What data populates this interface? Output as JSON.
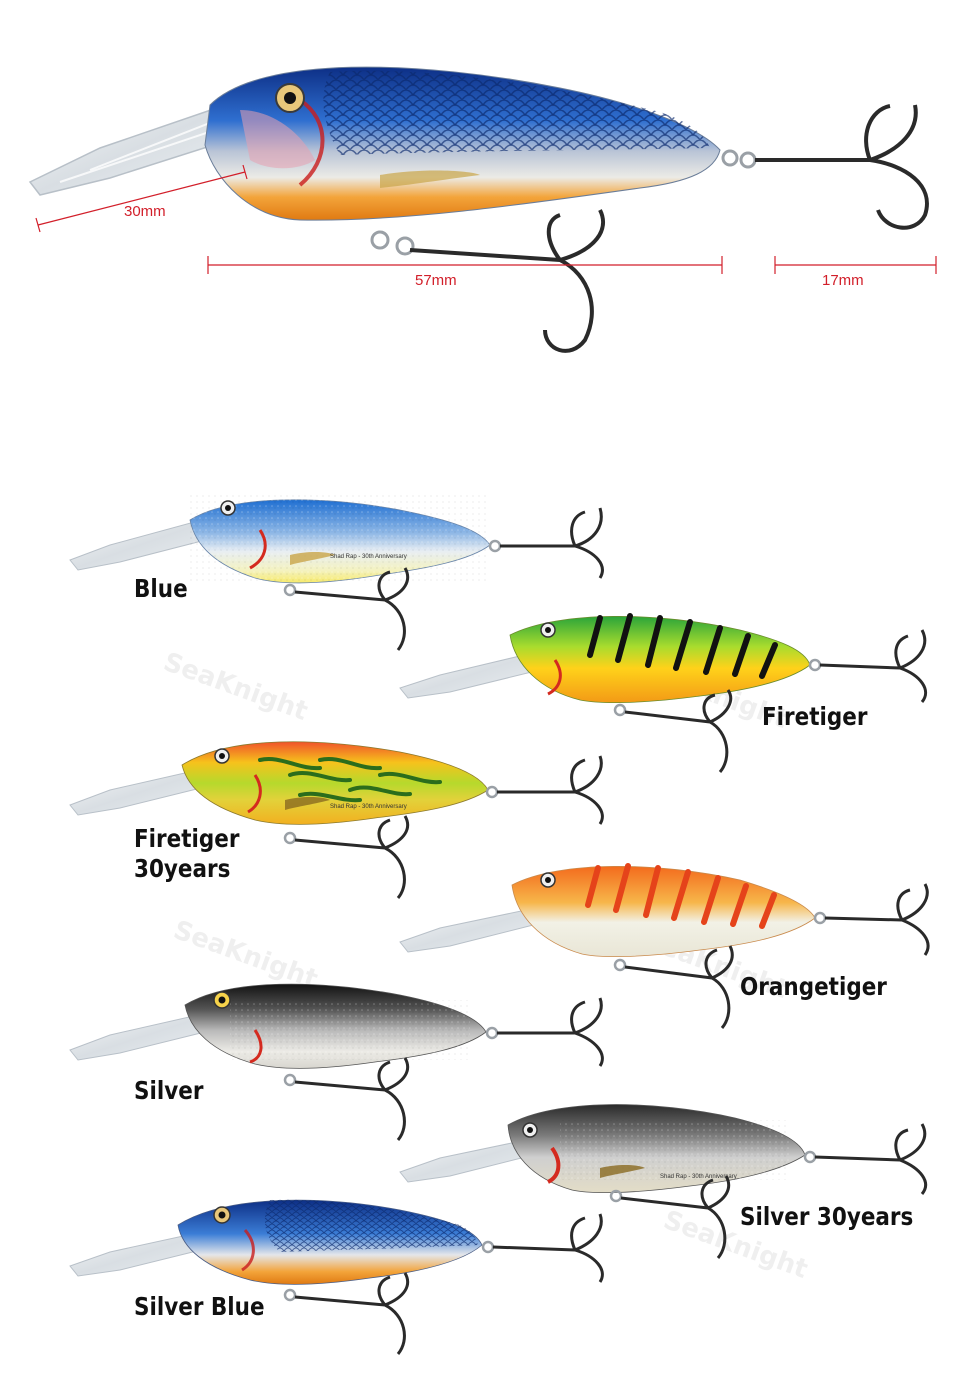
{
  "dimensions": {
    "lip_length": "30mm",
    "body_length": "57mm",
    "hook_length": "17mm",
    "line_color": "#d21f2a"
  },
  "watermark": "SeaKnight",
  "lure_print": "Shad Rap - 30th Anniversary",
  "variants": [
    {
      "key": "blue",
      "line1": "Blue",
      "line2": ""
    },
    {
      "key": "firetiger",
      "line1": "Firetiger",
      "line2": ""
    },
    {
      "key": "firetiger30",
      "line1": "Firetiger",
      "line2": "30years"
    },
    {
      "key": "orangetiger",
      "line1": "Orangetiger",
      "line2": ""
    },
    {
      "key": "silver",
      "line1": "Silver",
      "line2": ""
    },
    {
      "key": "silver30",
      "line1": "Silver 30years",
      "line2": ""
    },
    {
      "key": "silverblue",
      "line1": "Silver Blue",
      "line2": ""
    }
  ],
  "colors": {
    "blue_back": "#2d7fd6",
    "firetiger_back": "#33b23a",
    "firetiger_belly": "#ffd21a",
    "orangetiger_back": "#f36b1d",
    "silver_back": "#1c1c1c",
    "silverblue_back": "#1e4fb8",
    "belly_orange": "#f08a1c",
    "gill_red": "#d42a1f",
    "hook": "#2a2a2a"
  }
}
